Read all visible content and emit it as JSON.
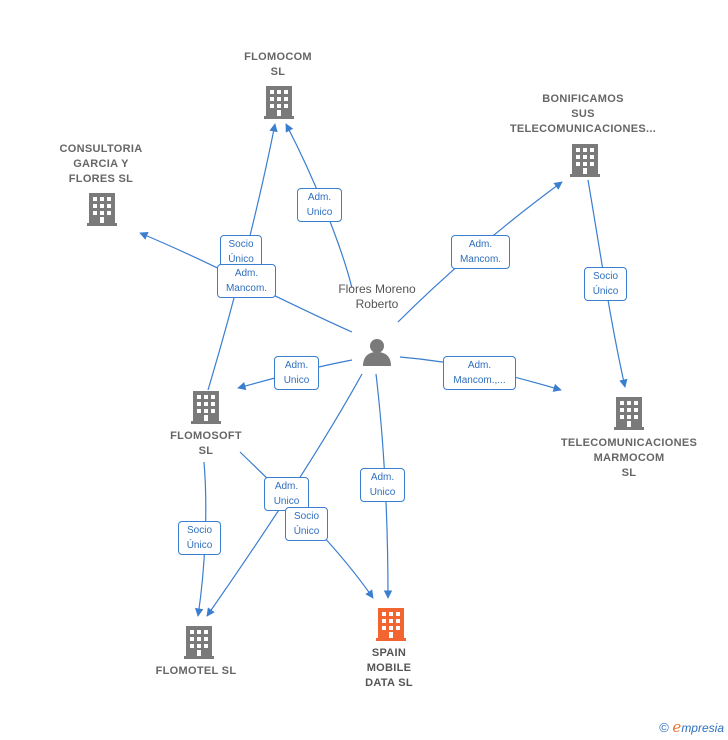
{
  "person": {
    "name": "Flores\nMoreno\nRoberto"
  },
  "companies": {
    "flomocom": "FLOMOCOM\nSL",
    "consultoria": "CONSULTORIA\nGARCIA Y\nFLORES  SL",
    "bonificamos": "BONIFICAMOS\nSUS\nTELECOMUNICACIONES...",
    "telecom_marmocom": "TELECOMUNICACIONES\nMARMOCOM\nSL",
    "flomosoft": "FLOMOSOFT\nSL",
    "flomotel": "FLOMOTEL  SL",
    "spain_mobile": "SPAIN\nMOBILE\nDATA  SL"
  },
  "edges": {
    "person_flomocom": "Adm.\nUnico",
    "person_consultoria": "Adm.\nMancom.",
    "person_bonificamos": "Adm.\nMancom.",
    "bonificamos_telecom": "Socio\nÚnico",
    "person_telecom": "Adm.\nMancom.,...",
    "person_flomosoft": "Adm.\nUnico",
    "flomosoft_flomocom": "Socio\nÚnico",
    "flomosoft_flomotel": "Socio\nÚnico",
    "person_flomotel": "Adm.\nUnico",
    "flomosoft_spain": "Socio\nÚnico",
    "person_spain": "Adm.\nUnico"
  },
  "footer": {
    "copyright": "©",
    "brand_initial": "e",
    "brand_rest": "mpresia"
  },
  "colors": {
    "edge": "#3a7ed0",
    "building": "#7a7a7a",
    "focus_building": "#f26430",
    "person": "#7a7a7a"
  }
}
